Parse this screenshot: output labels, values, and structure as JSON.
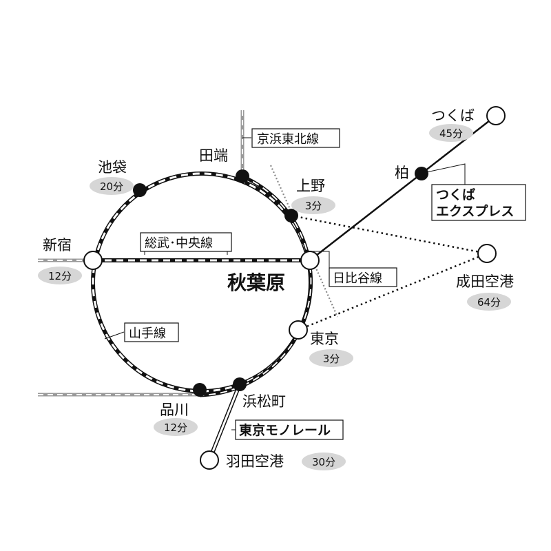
{
  "hub": "秋葉原",
  "stations": {
    "ikebukuro": "池袋",
    "tabata": "田端",
    "ueno": "上野",
    "shinjuku": "新宿",
    "tokyo": "東京",
    "shinagawa": "品川",
    "hamamatsucho": "浜松町",
    "haneda": "羽田空港",
    "kashiwa": "柏",
    "tsukuba": "つくば",
    "narita": "成田空港"
  },
  "times": {
    "ikebukuro": "20分",
    "ueno": "3分",
    "shinjuku": "12分",
    "tokyo": "3分",
    "shinagawa": "12分",
    "haneda": "30分",
    "tsukuba": "45分",
    "narita": "64分"
  },
  "lines": {
    "keihin_tohoku": "京浜東北線",
    "sobu_chuo": "総武･中央線",
    "hibiya": "日比谷線",
    "yamanote": "山手線",
    "monorail": "東京モノレール",
    "tx_line1": "つくば",
    "tx_line2": "エクスプレス"
  }
}
